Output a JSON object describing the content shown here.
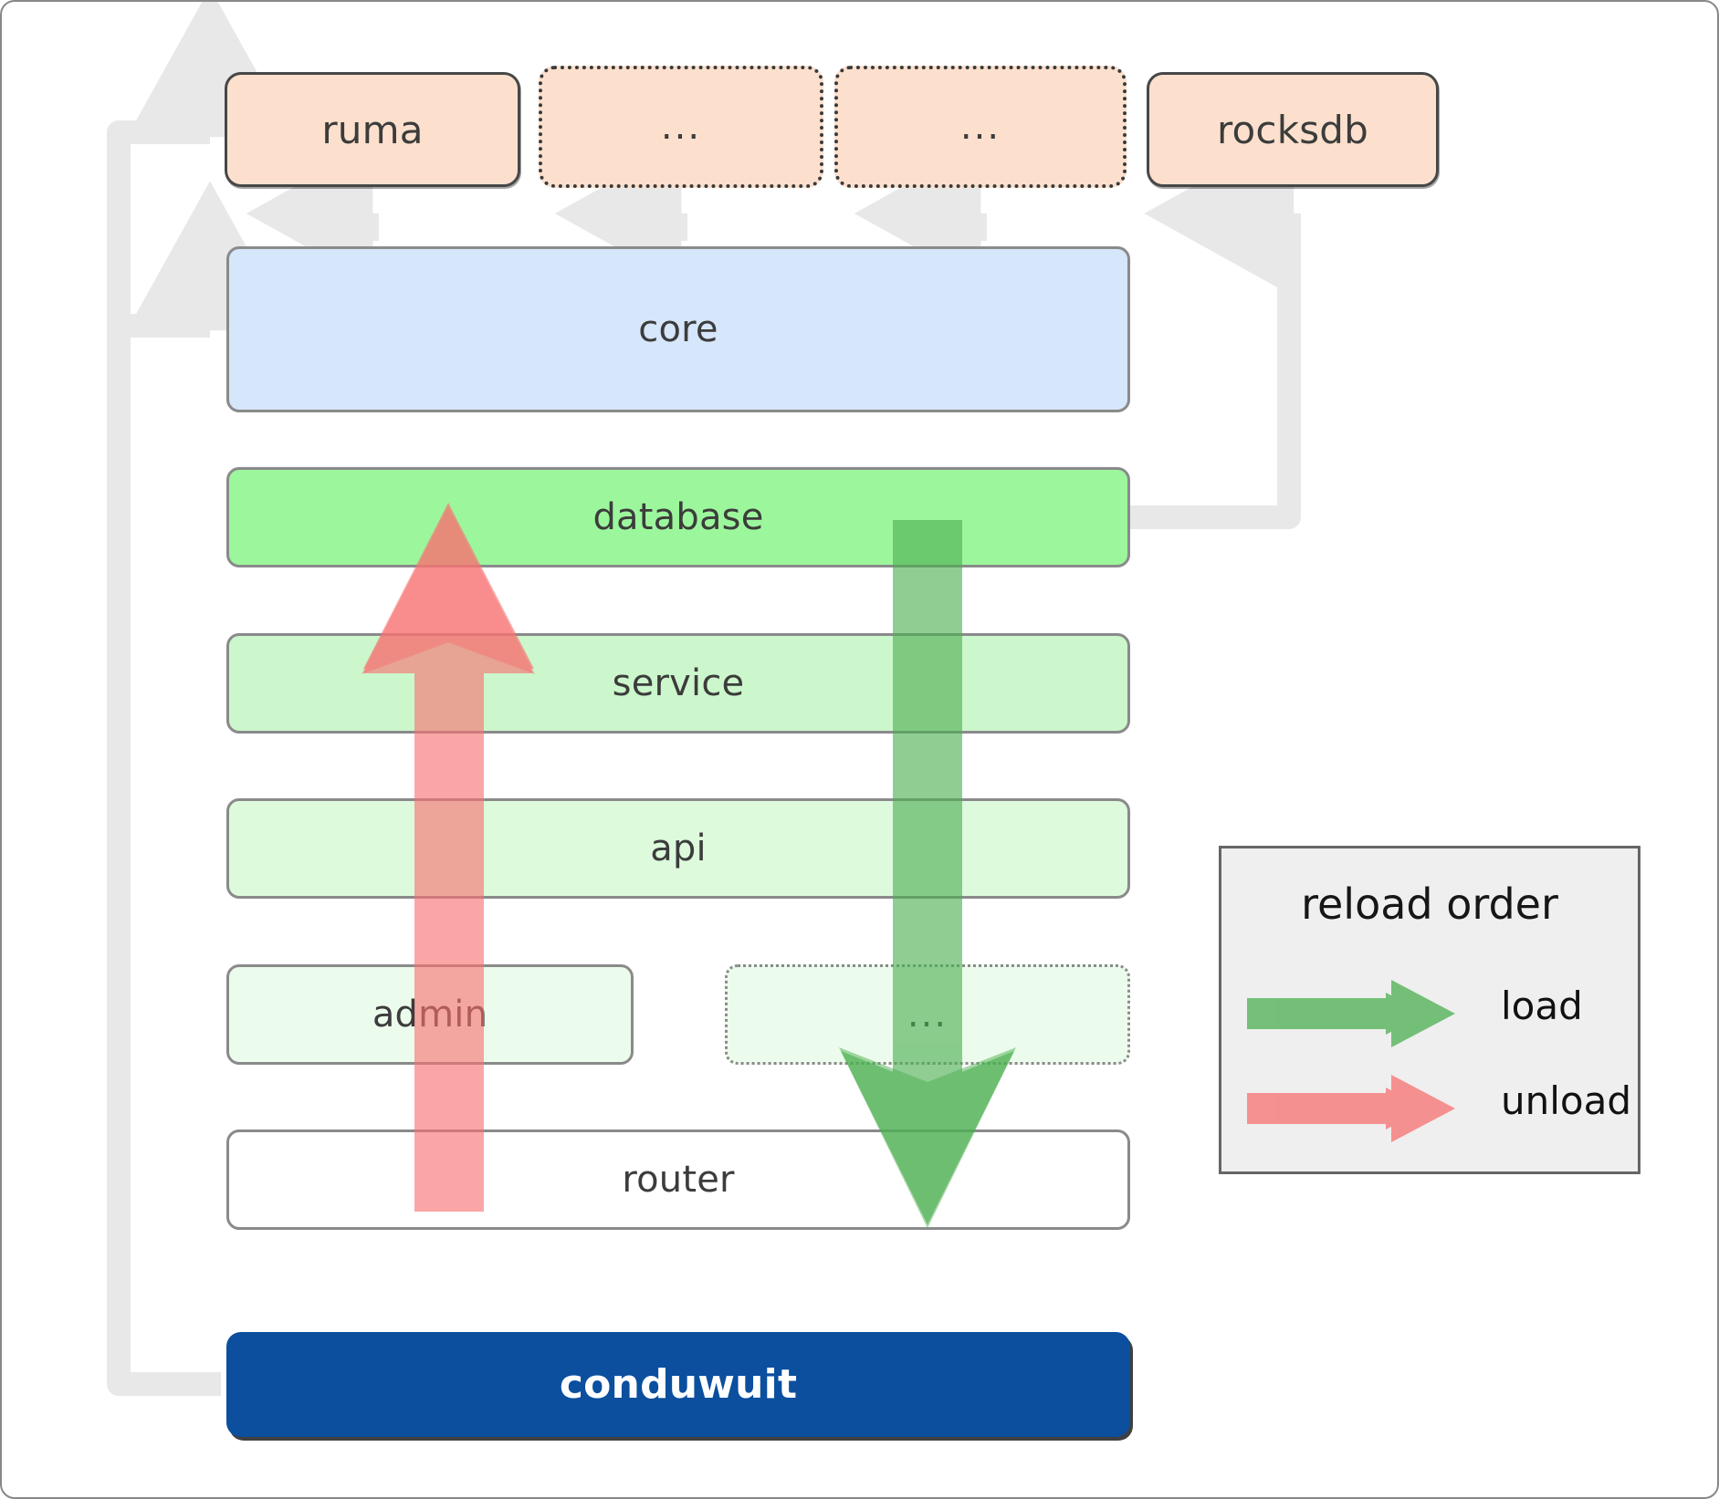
{
  "diagram": {
    "title": "conduwuit crate dependency / reload order diagram",
    "colors": {
      "dependency_fill": "#fce0cd",
      "core_fill": "#d6e6fb",
      "database_fill": "#9cf79c",
      "service_fill": "#ccf7cc",
      "api_fill": "#ddfadd",
      "admin_fill": "#ecfcec",
      "router_fill": "#ffffff",
      "root_fill": "#0b4f9e",
      "connector_gray": "#e8e8e8",
      "load_green": "#4caf50",
      "unload_red": "#f87171",
      "legend_bg": "#efefef"
    },
    "dependencies": [
      {
        "label": "ruma",
        "style": "solid"
      },
      {
        "label": "...",
        "style": "dotted"
      },
      {
        "label": "...",
        "style": "dotted"
      },
      {
        "label": "rocksdb",
        "style": "solid"
      }
    ],
    "core": {
      "label": "core"
    },
    "layers": [
      {
        "label": "database",
        "style": "solid",
        "fill": "#9cf79c"
      },
      {
        "label": "service",
        "style": "solid",
        "fill": "#ccf7cc"
      },
      {
        "label": "api",
        "style": "solid",
        "fill": "#ddfadd"
      },
      {
        "label": "admin",
        "style": "solid",
        "fill": "#ecfcec"
      },
      {
        "label": "...",
        "style": "dotted",
        "fill": "#ecfcec"
      },
      {
        "label": "router",
        "style": "solid",
        "fill": "#ffffff"
      }
    ],
    "root": {
      "label": "conduwuit"
    },
    "legend": {
      "title": "reload order",
      "items": [
        {
          "label": "load",
          "color": "#4caf50"
        },
        {
          "label": "unload",
          "color": "#f87171"
        }
      ]
    },
    "flow_arrows": [
      {
        "name": "unload",
        "direction": "up",
        "color": "#f87171",
        "from": "router",
        "to": "database"
      },
      {
        "name": "load",
        "direction": "down",
        "color": "#4caf50",
        "from": "database",
        "to": "router"
      }
    ]
  }
}
